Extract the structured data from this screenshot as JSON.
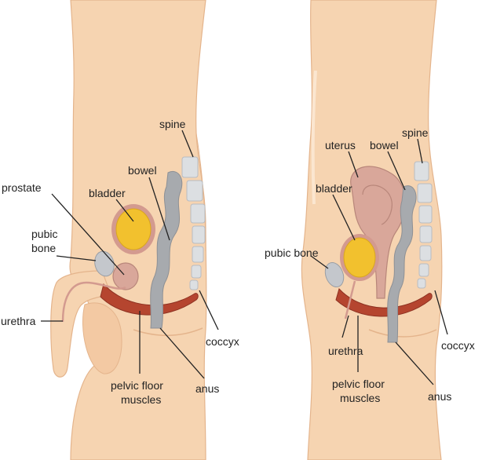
{
  "male": {
    "spine": "spine",
    "bowel": "bowel",
    "prostate": "prostate",
    "bladder": "bladder",
    "pubic_bone_line1": "pubic",
    "pubic_bone_line2": "bone",
    "urethra": "urethra",
    "coccyx": "coccyx",
    "pelvic_floor_line1": "pelvic floor",
    "pelvic_floor_line2": "muscles",
    "anus": "anus"
  },
  "female": {
    "uterus": "uterus",
    "bowel": "bowel",
    "spine": "spine",
    "bladder": "bladder",
    "pubic_bone": "pubic bone",
    "urethra": "urethra",
    "coccyx": "coccyx",
    "pelvic_floor_line1": "pelvic floor",
    "pelvic_floor_line2": "muscles",
    "anus": "anus"
  },
  "colors": {
    "skin": "#f6d4b1",
    "skin_edge": "#e4b48c",
    "bladder": "#f2c12e",
    "bladder_wall": "#d39a8f",
    "bone": "#c4c7cc",
    "spine": "#dcdfe2",
    "bowel": "#a7aaae",
    "muscle": "#b5452f",
    "uterus": "#d9a79a"
  }
}
